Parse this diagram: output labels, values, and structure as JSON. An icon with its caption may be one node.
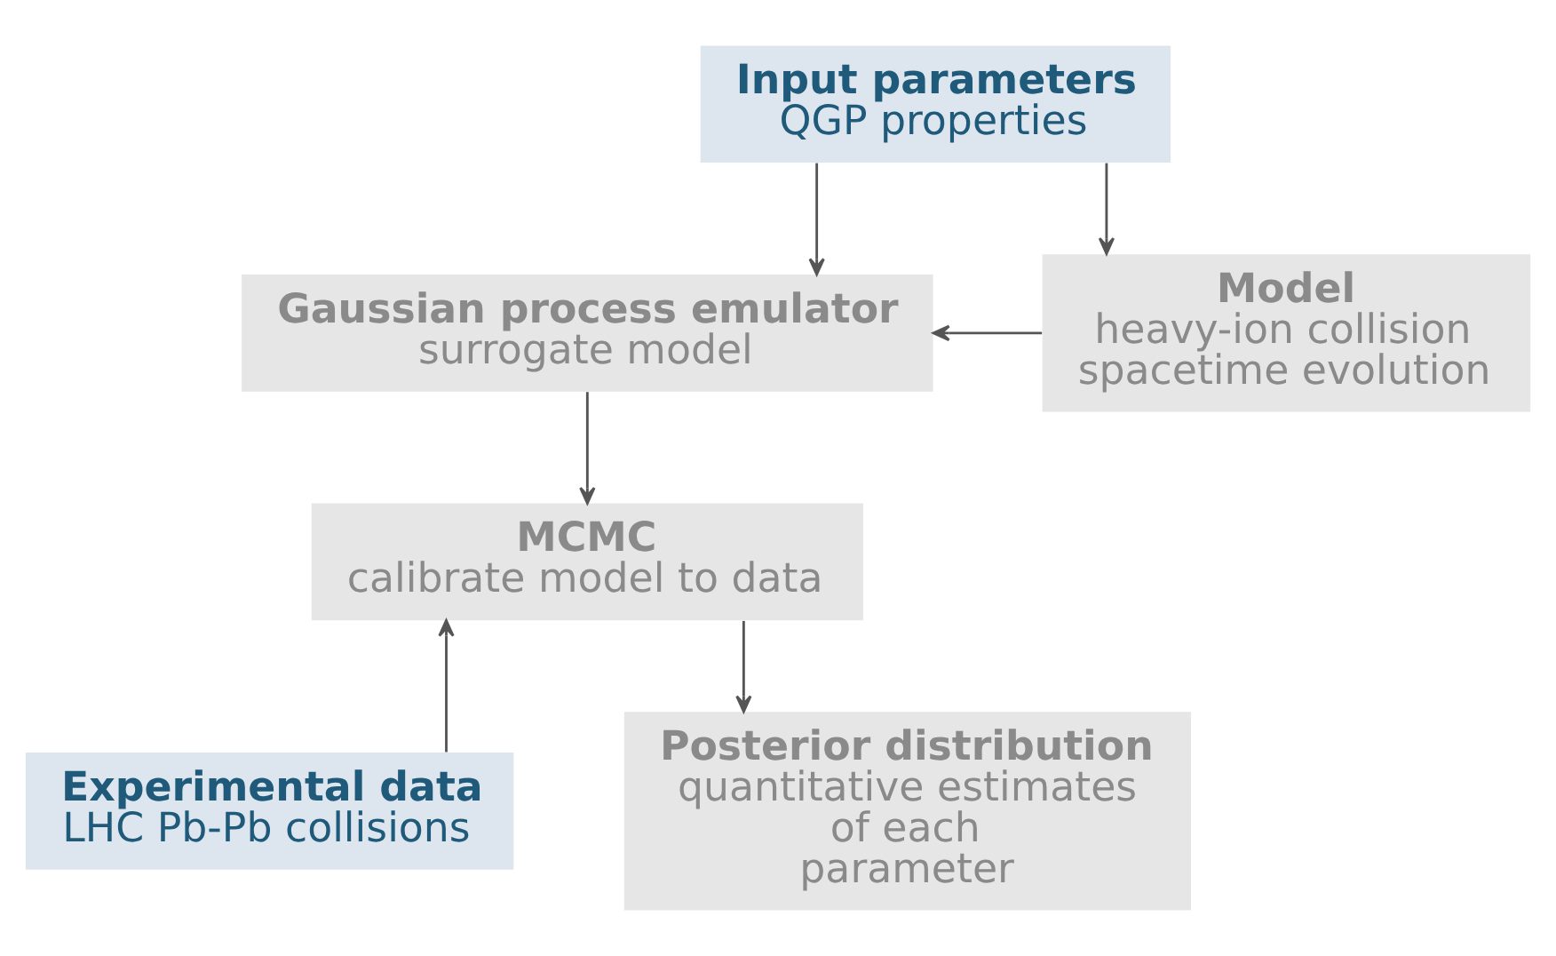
{
  "diagram": {
    "nodes": [
      {
        "text": [
          "Input parameters",
          "QGP properties"
        ]
      },
      {
        "text": [
          "Gaussian process emulator",
          "surrogate model"
        ]
      },
      {
        "text": [
          "Model",
          "heavy-ion collision spacetime evolution"
        ]
      },
      {
        "text": [
          "MCMC",
          "calibrate model to data"
        ]
      },
      {
        "text": [
          "Experimental data",
          "LHC Pb-Pb collisions"
        ]
      },
      {
        "text": [
          "Posterior distribution",
          "quantitative estimates of each parameter"
        ]
      }
    ],
    "edges": [
      {
        "from": 0,
        "to": 1,
        "arrow": "to"
      },
      {
        "from": 0,
        "to": 2,
        "arrow": "to"
      },
      {
        "from": 2,
        "to": 1,
        "arrow": "to"
      },
      {
        "from": 1,
        "to": 3,
        "arrow": "to"
      },
      {
        "from": 4,
        "to": 3,
        "arrow": "to"
      },
      {
        "from": 3,
        "to": 5,
        "arrow": "to"
      }
    ]
  }
}
